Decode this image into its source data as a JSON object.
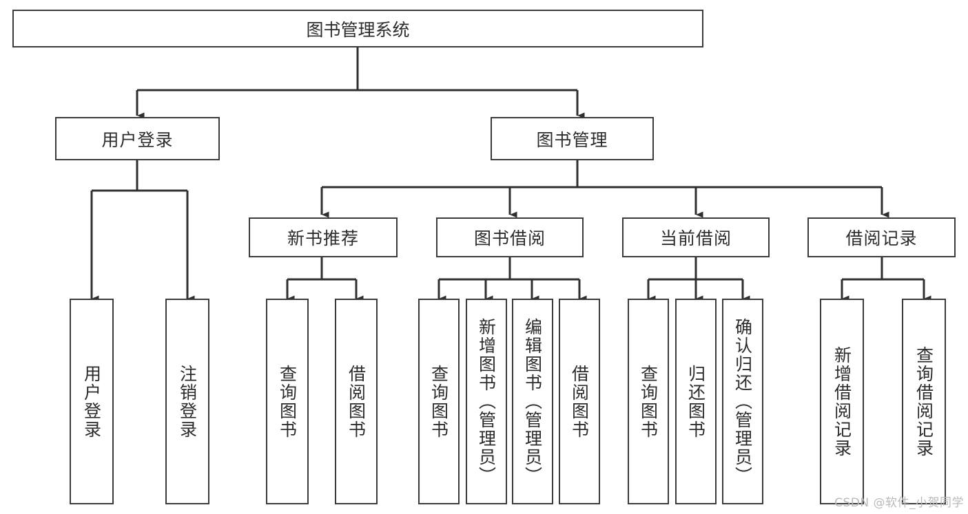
{
  "diagram": {
    "title": "图书管理系统",
    "type": "functional-structure-tree",
    "root": {
      "label": "图书管理系统"
    },
    "level1": [
      {
        "label": "用户登录"
      },
      {
        "label": "图书管理"
      }
    ],
    "level2": [
      {
        "label": "新书推荐"
      },
      {
        "label": "图书借阅"
      },
      {
        "label": "当前借阅"
      },
      {
        "label": "借阅记录"
      }
    ],
    "leaves": [
      {
        "label": "用户登录"
      },
      {
        "label": "注销登录"
      },
      {
        "label": "查询图书"
      },
      {
        "label": "借阅图书"
      },
      {
        "label": "查询图书"
      },
      {
        "label": "新增图书（管理员）"
      },
      {
        "label": "编辑图书（管理员）"
      },
      {
        "label": "借阅图书"
      },
      {
        "label": "查询图书"
      },
      {
        "label": "归还图书"
      },
      {
        "label": "确认归还（管理员）"
      },
      {
        "label": "新增借阅记录"
      },
      {
        "label": "查询借阅记录"
      }
    ],
    "watermark": "CSDN @软件_小贺同学",
    "colors": {
      "border": "#3a3a3a",
      "fill": "#ffffff",
      "text": "#2b2b2b",
      "watermark": "#b9b9b9",
      "background": "#ffffff"
    }
  }
}
